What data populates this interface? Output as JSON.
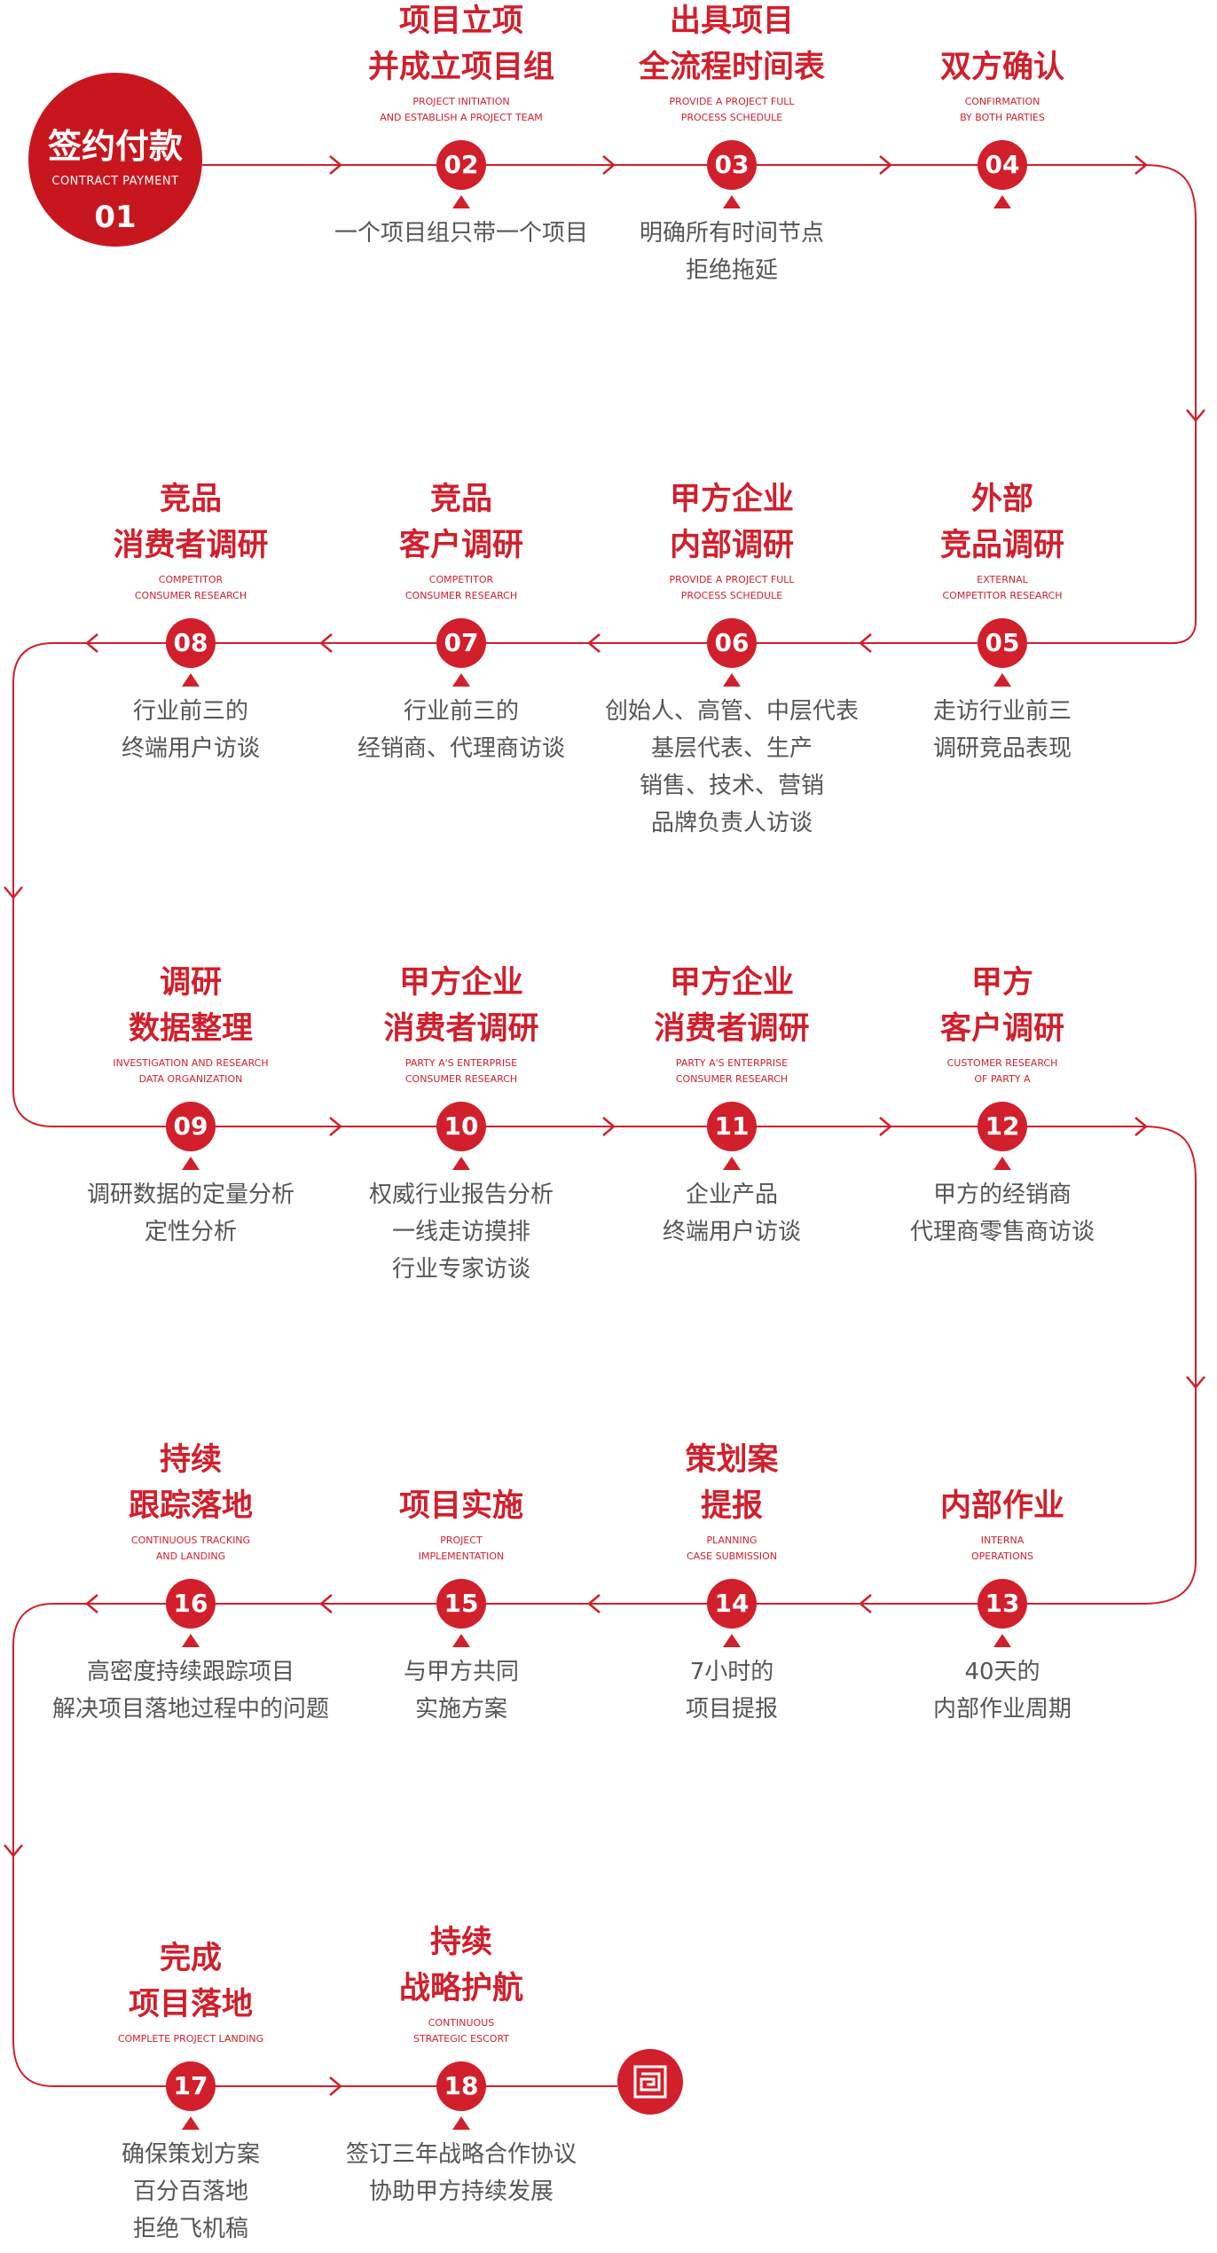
{
  "start": {
    "title": "签约付款",
    "subtitle": "CONTRACT PAYMENT",
    "number": "01"
  },
  "end_icon": "seal-icon",
  "colors": {
    "accent": "#d11f2b",
    "text": "#555555"
  },
  "steps": [
    {
      "num": "02",
      "title": [
        "项目立项",
        "并成立项目组"
      ],
      "sub": [
        "PROJECT INITIATION",
        "AND ESTABLISH A PROJECT TEAM"
      ],
      "desc": [
        "一个项目组只带一个项目"
      ]
    },
    {
      "num": "03",
      "title": [
        "出具项目",
        "全流程时间表"
      ],
      "sub": [
        "PROVIDE A PROJECT FULL",
        "PROCESS SCHEDULE"
      ],
      "desc": [
        "明确所有时间节点",
        "拒绝拖延"
      ]
    },
    {
      "num": "04",
      "title": [
        "双方确认"
      ],
      "sub": [
        "CONFIRMATION",
        "BY BOTH PARTIES"
      ],
      "desc": []
    },
    {
      "num": "05",
      "title": [
        "外部",
        "竞品调研"
      ],
      "sub": [
        "EXTERNAL",
        "COMPETITOR RESEARCH"
      ],
      "desc": [
        "走访行业前三",
        "调研竞品表现"
      ]
    },
    {
      "num": "06",
      "title": [
        "甲方企业",
        "内部调研"
      ],
      "sub": [
        "PROVIDE A PROJECT FULL",
        "PROCESS SCHEDULE"
      ],
      "desc": [
        "创始人、高管、中层代表",
        "基层代表、生产",
        "销售、技术、营销",
        "品牌负责人访谈"
      ]
    },
    {
      "num": "07",
      "title": [
        "竞品",
        "客户调研"
      ],
      "sub": [
        "COMPETITOR",
        "CONSUMER RESEARCH"
      ],
      "desc": [
        "行业前三的",
        "经销商、代理商访谈"
      ]
    },
    {
      "num": "08",
      "title": [
        "竞品",
        "消费者调研"
      ],
      "sub": [
        "COMPETITOR",
        "CONSUMER RESEARCH"
      ],
      "desc": [
        "行业前三的",
        "终端用户访谈"
      ]
    },
    {
      "num": "09",
      "title": [
        "调研",
        "数据整理"
      ],
      "sub": [
        "INVESTIGATION AND RESEARCH",
        "DATA ORGANIZATION"
      ],
      "desc": [
        "调研数据的定量分析",
        "定性分析"
      ]
    },
    {
      "num": "10",
      "title": [
        "甲方企业",
        "消费者调研"
      ],
      "sub": [
        "PARTY A'S ENTERPRISE",
        "CONSUMER RESEARCH"
      ],
      "desc": [
        "权威行业报告分析",
        "一线走访摸排",
        "行业专家访谈"
      ]
    },
    {
      "num": "11",
      "title": [
        "甲方企业",
        "消费者调研"
      ],
      "sub": [
        "PARTY A'S ENTERPRISE",
        "CONSUMER RESEARCH"
      ],
      "desc": [
        "企业产品",
        "终端用户访谈"
      ]
    },
    {
      "num": "12",
      "title": [
        "甲方",
        "客户调研"
      ],
      "sub": [
        "CUSTOMER RESEARCH",
        "OF PARTY A"
      ],
      "desc": [
        "甲方的经销商",
        "代理商零售商访谈"
      ]
    },
    {
      "num": "13",
      "title": [
        "内部作业"
      ],
      "sub": [
        "INTERNA",
        "OPERATIONS"
      ],
      "desc": [
        "40天的",
        "内部作业周期"
      ]
    },
    {
      "num": "14",
      "title": [
        "策划案",
        "提报"
      ],
      "sub": [
        "PLANNING",
        "CASE SUBMISSION"
      ],
      "desc": [
        "7小时的",
        "项目提报"
      ]
    },
    {
      "num": "15",
      "title": [
        "项目实施"
      ],
      "sub": [
        "PROJECT",
        "IMPLEMENTATION"
      ],
      "desc": [
        "与甲方共同",
        "实施方案"
      ]
    },
    {
      "num": "16",
      "title": [
        "持续",
        "跟踪落地"
      ],
      "sub": [
        "CONTINUOUS TRACKING",
        "AND LANDING"
      ],
      "desc": [
        "高密度持续跟踪项目",
        "解决项目落地过程中的问题"
      ]
    },
    {
      "num": "17",
      "title": [
        "完成",
        "项目落地"
      ],
      "sub": [
        "COMPLETE PROJECT LANDING"
      ],
      "desc": [
        "确保策划方案",
        "百分百落地",
        "拒绝飞机稿"
      ]
    },
    {
      "num": "18",
      "title": [
        "持续",
        "战略护航"
      ],
      "sub": [
        "CONTINUOUS",
        "STRATEGIC ESCORT"
      ],
      "desc": [
        "签订三年战略合作协议",
        "协助甲方持续发展"
      ]
    }
  ]
}
